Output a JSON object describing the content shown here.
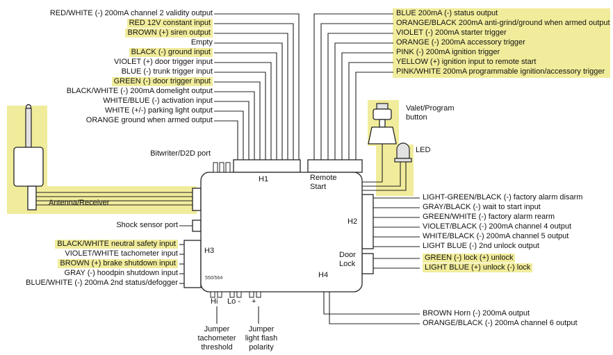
{
  "title": "Vehicle security / remote start wiring diagram",
  "colors": {
    "highlight": "#f1ec9b",
    "line": "#222222"
  },
  "module": {
    "h1": "H1",
    "remote_start": "Remote\nStart",
    "h2": "H2",
    "h3": "H3",
    "h4": "H4",
    "door_lock": "Door\nLock",
    "model": "550/564"
  },
  "top_left": {
    "items": [
      {
        "label": "RED/WHITE (-) 200mA channel 2 validity output",
        "highlighted": false
      },
      {
        "label": "RED 12V constant input",
        "highlighted": true
      },
      {
        "label": "BROWN (+) siren output",
        "highlighted": true
      },
      {
        "label": "Empty",
        "highlighted": false
      },
      {
        "label": "BLACK (-) ground input",
        "highlighted": true
      },
      {
        "label": "VIOLET (+) door trigger input",
        "highlighted": false
      },
      {
        "label": "BLUE (-) trunk trigger input",
        "highlighted": false
      },
      {
        "label": "GREEN (-) door trigger input",
        "highlighted": true
      },
      {
        "label": "BLACK/WHITE (-) 200mA domelight output",
        "highlighted": false
      },
      {
        "label": "WHITE/BLUE (-) activation input",
        "highlighted": false
      },
      {
        "label": "WHITE (+/-) parking light output",
        "highlighted": false
      },
      {
        "label": "ORANGE ground when armed output",
        "highlighted": false
      }
    ]
  },
  "top_right": {
    "items": [
      {
        "label": "BLUE 200mA (-) status output"
      },
      {
        "label": "ORANGE/BLACK 200mA anti-grind/ground when armed output"
      },
      {
        "label": "VIOLET (-) 200mA starter trigger"
      },
      {
        "label": "ORANGE (-) 200mA accessory trigger"
      },
      {
        "label": "PINK (-) 200mA ignition trigger"
      },
      {
        "label": "YELLOW (+) ignition input to remote start"
      },
      {
        "label": "PINK/WHITE 200mA programmable ignition/accessory trigger"
      }
    ]
  },
  "right_mid": {
    "items": [
      {
        "label": "LIGHT-GREEN/BLACK (-) factory alarm disarm"
      },
      {
        "label": "GRAY/BLACK (-) wait to start input"
      },
      {
        "label": "GREEN/WHITE (-) factory alarm rearm"
      },
      {
        "label": "VIOLET/BLACK (-) 200mA channel 4 output"
      },
      {
        "label": "WHITE/BLACK (-) 200mA channel 5 output"
      },
      {
        "label": "LIGHT BLUE (-) 2nd unlock output"
      }
    ]
  },
  "door_lock": {
    "items": [
      {
        "label": "GREEN (-) lock (+) unlock",
        "highlighted": true
      },
      {
        "label": "LIGHT BLUE (+) unlock (-) lock",
        "highlighted": true
      }
    ]
  },
  "bottom_right": {
    "items": [
      {
        "label": "BROWN Horn (-) 200mA output"
      },
      {
        "label": "ORANGE/BLACK (-) 200mA channel 6 output"
      }
    ]
  },
  "bottom_left": {
    "items": [
      {
        "label": "BLACK/WHITE neutral safety input",
        "highlighted": true
      },
      {
        "label": "VIOLET/WHITE tachometer input",
        "highlighted": false
      },
      {
        "label": "BROWN (+) brake shutdown input",
        "highlighted": true
      },
      {
        "label": "GRAY (-) hoodpin shutdown input",
        "highlighted": false
      },
      {
        "label": "BLUE/WHITE (-) 200mA 2nd status/defogger",
        "highlighted": false
      }
    ]
  },
  "antenna_receiver": "Antenna/Receiver",
  "shock_sensor": "Shock sensor port",
  "bitwriter": "Bitwriter/D2D port",
  "valet": "Valet/Program\nbutton",
  "led": "LED",
  "jumpers": {
    "hi": "Hi",
    "lo": "Lo -",
    "plus": "+",
    "tach": "Jumper\ntachometer\nthreshold",
    "flash": "Jumper\nlight flash\npolarity"
  }
}
